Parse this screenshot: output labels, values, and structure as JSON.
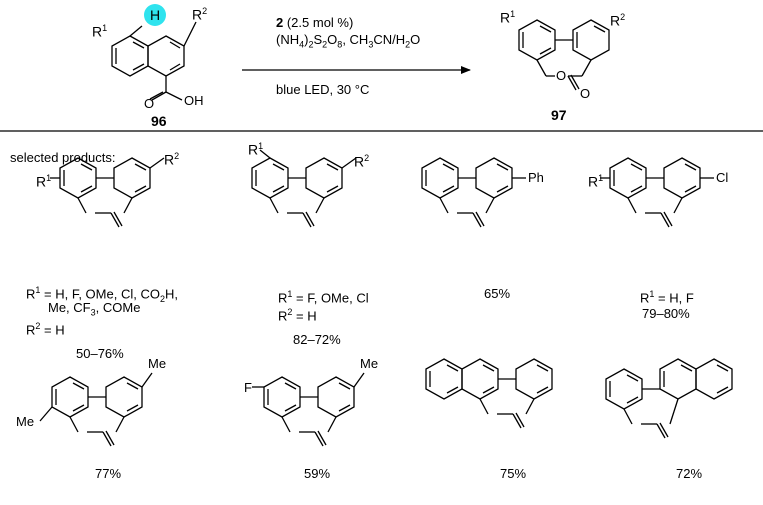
{
  "reaction": {
    "start_label": "96",
    "product_label": "97",
    "catalyst_number": "2",
    "catalyst_loading": " (2.5 mol %)",
    "reagents": "(NH4)2S2O8, CH3CN/H2O",
    "conditions": "blue LED, 30 °C",
    "start_r1": "R1",
    "start_r2": "R2",
    "start_h": "H",
    "start_o": "O",
    "start_oh": "OH",
    "prod_r1": "R1",
    "prod_r2": "R2",
    "prod_o_ring": "O",
    "prod_o_carbonyl": "O"
  },
  "section_label": "selected products:",
  "products": [
    {
      "r_labels": [
        "R1",
        "R2"
      ],
      "notes_line1": "R1 = H, F, OMe, Cl, CO2H,",
      "notes_line2": "Me, CF3, COMe",
      "notes_line3": "R2 = H",
      "yield": "50–76%"
    },
    {
      "r_labels": [
        "R1",
        "R2"
      ],
      "notes_line1": "R1 = F, OMe, Cl",
      "notes_line2": "R2 = H",
      "yield": "82–72%"
    },
    {
      "substituent": "Ph",
      "yield": "65%"
    },
    {
      "r_labels": [
        "R1"
      ],
      "substituent": "Cl",
      "notes_line1": "R1 = H, F",
      "yield": "79–80%"
    },
    {
      "substituent_left": "Me",
      "substituent_right": "Me",
      "yield": "77%"
    },
    {
      "substituent_left": "F",
      "substituent_right": "Me",
      "yield": "59%"
    },
    {
      "yield": "75%"
    },
    {
      "yield": "72%"
    }
  ],
  "colors": {
    "highlight": "#2fe3ee",
    "ink": "#000000"
  }
}
